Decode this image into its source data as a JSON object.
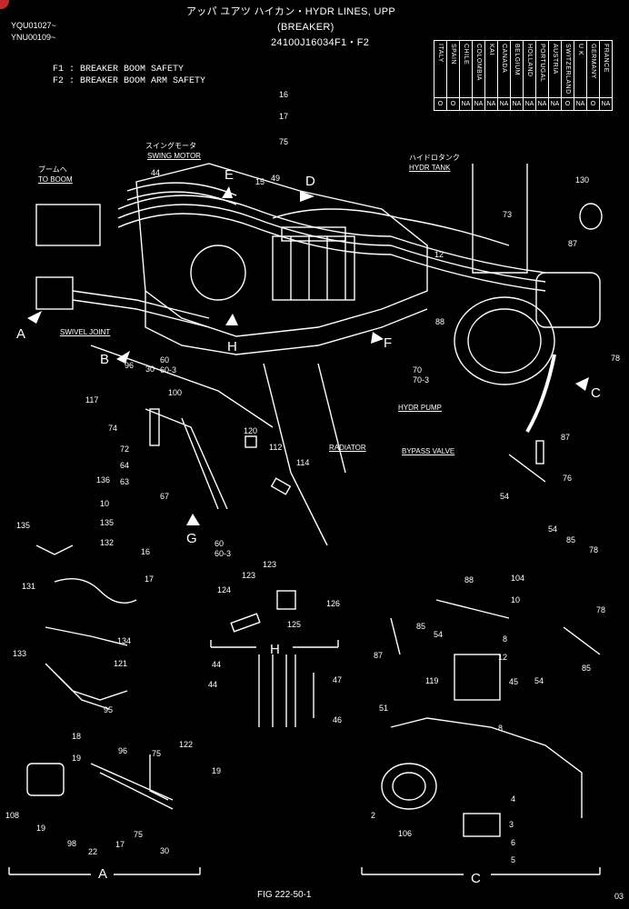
{
  "header": {
    "title_line": "アッパ ユアツ ハイカン・HYDR LINES, UPP",
    "subtitle": "(BREAKER)",
    "part_no": "24100J16034F1・F2",
    "serial_1": "YQU01027~",
    "serial_2": "YNU00109~",
    "note_f1": "F1 : BREAKER BOOM SAFETY",
    "note_f2": "F2 : BREAKER BOOM ARM SAFETY"
  },
  "countries": {
    "names": [
      "ITALY",
      "SPAIN",
      "CHILE",
      "COLOMBIA",
      "KAI",
      "CANADA",
      "BELGIUM",
      "HOLLAND",
      "PORTUGAL",
      "AUSTRIA",
      "SWITZERLAND",
      "U K",
      "GERMANY",
      "FRANCE"
    ],
    "values": [
      "O",
      "O",
      "NA",
      "NA",
      "NA",
      "NA",
      "NA",
      "NA",
      "NA",
      "NA",
      "O",
      "NA",
      "O",
      "NA"
    ]
  },
  "component_labels": {
    "to_boom_jp": "ブームへ",
    "to_boom": "TO BOOM",
    "swing_motor_jp": "スイングモータ",
    "swing_motor": "SWING MOTOR",
    "hydr_tank_jp": "ハイドロタンク",
    "hydr_tank": "HYDR TANK",
    "swivel_joint": "SWIVEL JOINT",
    "hydr_pump": "HYDR PUMP",
    "radiator": "RADIATOR",
    "bypass_valve": "BYPASS VALVE"
  },
  "view_letters": {
    "A": "A",
    "B": "B",
    "C": "C",
    "D": "D",
    "E": "E",
    "F": "F",
    "G": "G",
    "H": "H"
  },
  "part_numbers": {
    "n16": "16",
    "n17": "17",
    "n75": "75",
    "n44": "44",
    "n15": "15",
    "n49": "49",
    "n130": "130",
    "n73": "73",
    "n87": "87",
    "n12": "12",
    "n88": "88",
    "n78": "78",
    "n96": "96",
    "n30": "30",
    "n60": "60",
    "n60_3": "60-3",
    "n70": "70",
    "n70_3": "70-3",
    "n117": "117",
    "n74": "74",
    "n100": "100",
    "n72": "72",
    "n64": "64",
    "n63": "63",
    "n120": "120",
    "n112": "112",
    "n114": "114",
    "n67": "67",
    "n54": "54",
    "n76": "76",
    "n85": "85",
    "n136": "136",
    "n10": "10",
    "n135": "135",
    "n132": "132",
    "n131": "131",
    "n134": "134",
    "n121": "121",
    "n133": "133",
    "n95": "95",
    "n18": "18",
    "n19": "19",
    "n108": "108",
    "n98": "98",
    "n22": "22",
    "n122": "122",
    "n124": "124",
    "n123": "123",
    "n125": "125",
    "n126": "126",
    "n104": "104",
    "n8": "8",
    "n45": "45",
    "n119": "119",
    "n47": "47",
    "n46": "46",
    "n51": "51",
    "n2": "2",
    "n106": "106",
    "n3": "3",
    "n6": "6",
    "n5": "5",
    "n4": "4"
  },
  "section_letters": {
    "a": "A",
    "h": "H",
    "c": "C"
  },
  "figure_caption": "FIG 222-50-1",
  "page_number": "03"
}
